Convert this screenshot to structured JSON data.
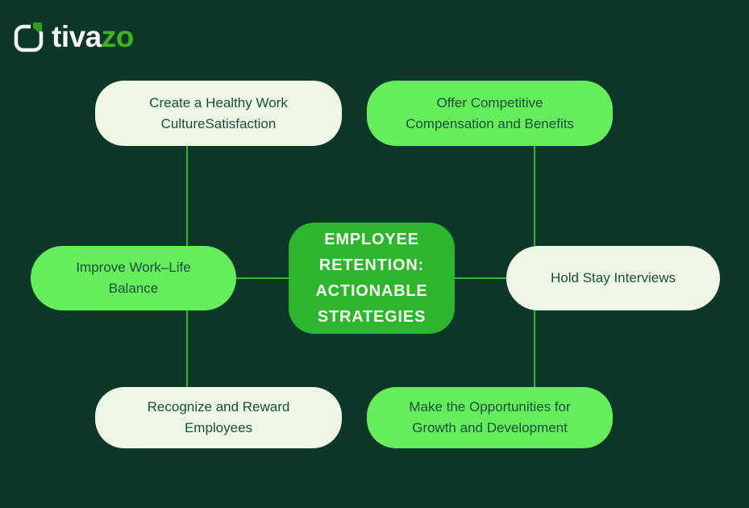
{
  "logo": {
    "brand_prefix": "tiva",
    "brand_suffix": "zo"
  },
  "colors": {
    "background": "#0d3729",
    "center_node": "#2db52d",
    "light_green_node": "#65ed5c",
    "cream_node": "#eef7e5",
    "connector_line": "#2fb637",
    "node_text": "#174f3c",
    "center_text": "#ffffff",
    "logo_accent": "#3db520",
    "logo_text": "#f4f7f1"
  },
  "diagram": {
    "center": {
      "label": "EMPLOYEE\nRETENTION:\nACTIONABLE\nSTRATEGIES"
    },
    "nodes": [
      {
        "label": "Create a Healthy Work\nCultureSatisfaction",
        "style": "cream",
        "position": "top-left"
      },
      {
        "label": "Offer Competitive\nCompensation and Benefits",
        "style": "light-green",
        "position": "top-right"
      },
      {
        "label": "Improve Work–Life\nBalance",
        "style": "light-green",
        "position": "middle-left"
      },
      {
        "label": "Hold Stay Interviews",
        "style": "cream",
        "position": "middle-right"
      },
      {
        "label": "Recognize and Reward\nEmployees",
        "style": "cream",
        "position": "bottom-left"
      },
      {
        "label": "Make the Opportunities for\nGrowth and Development",
        "style": "light-green",
        "position": "bottom-right"
      }
    ]
  }
}
